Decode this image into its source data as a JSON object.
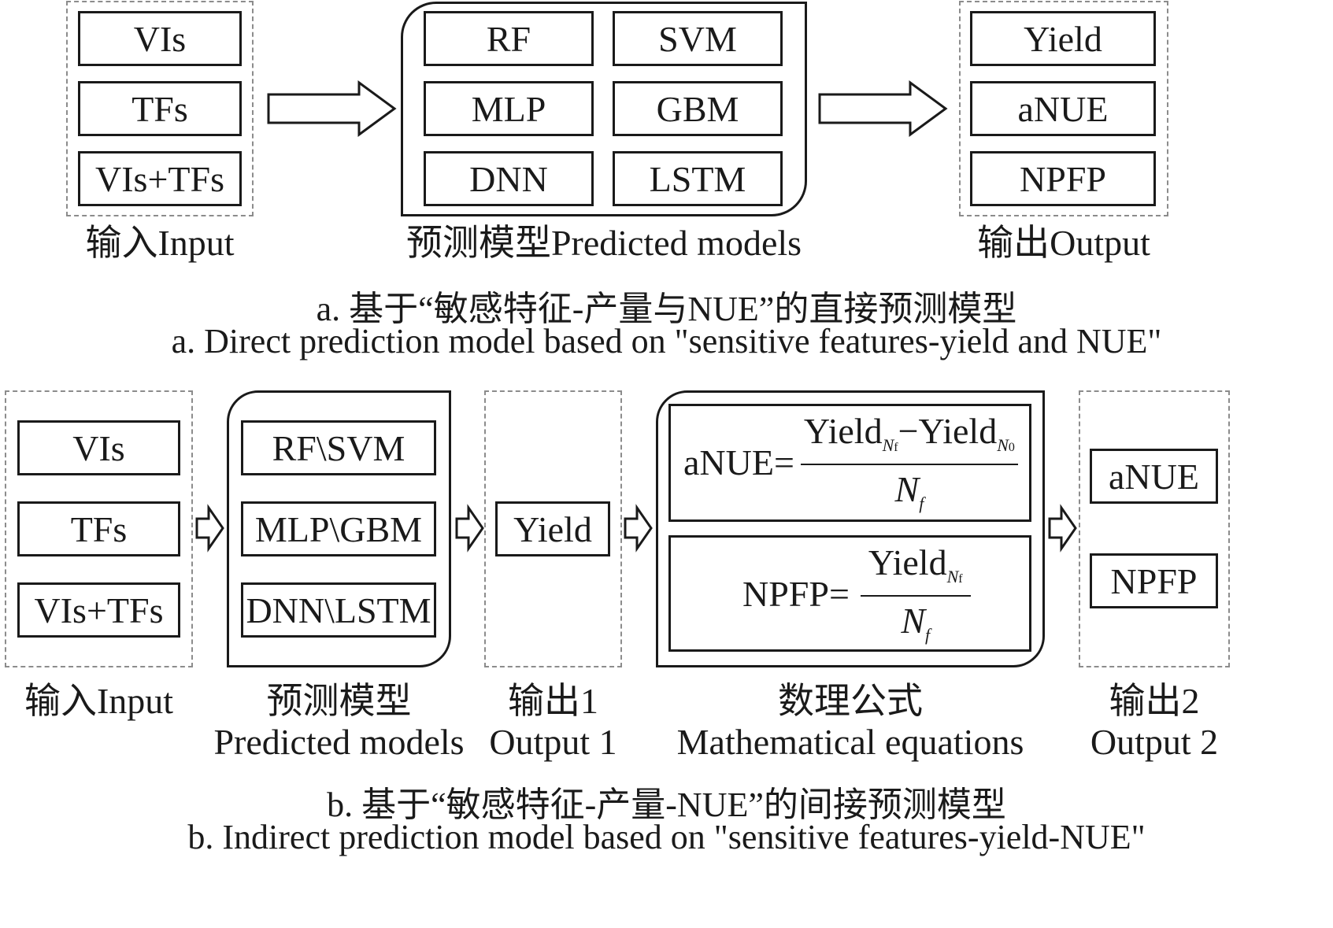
{
  "part_a": {
    "inputs": [
      "VIs",
      "TFs",
      "VIs+TFs"
    ],
    "input_label": "输入Input",
    "models": [
      "RF",
      "SVM",
      "MLP",
      "GBM",
      "DNN",
      "LSTM"
    ],
    "models_label": "预测模型Predicted models",
    "outputs": [
      "Yield",
      "aNUE",
      "NPFP"
    ],
    "output_label": "输出Output",
    "caption_cn": "a. 基于“敏感特征-产量与NUE”的直接预测模型",
    "caption_en": "a. Direct prediction model based on \"sensitive features-yield and NUE\""
  },
  "part_b": {
    "inputs": [
      "VIs",
      "TFs",
      "VIs+TFs"
    ],
    "input_label": "输入Input",
    "models": [
      "RF\\SVM",
      "MLP\\GBM",
      "DNN\\LSTM"
    ],
    "models_label_cn": "预测模型",
    "models_label_en": "Predicted models",
    "output1": "Yield",
    "output1_label_cn": "输出1",
    "output1_label_en": "Output 1",
    "eq1_lhs": "aNUE=",
    "eq1_num_a": "Yield",
    "eq1_num_minus": "−",
    "eq1_num_b": "Yield",
    "eq2_lhs": "NPFP=",
    "eq2_num": "Yield",
    "eq_den": "N",
    "sub_f": "f",
    "sub_N": "N",
    "sub_0": "0",
    "equations_label_cn": "数理公式",
    "equations_label_en": "Mathematical equations",
    "outputs2": [
      "aNUE",
      "NPFP"
    ],
    "output2_label_cn": "输出2",
    "output2_label_en": "Output 2",
    "caption_cn": "b. 基于“敏感特征-产量-NUE”的间接预测模型",
    "caption_en": "b. Indirect prediction model based on \"sensitive features-yield-NUE\""
  }
}
